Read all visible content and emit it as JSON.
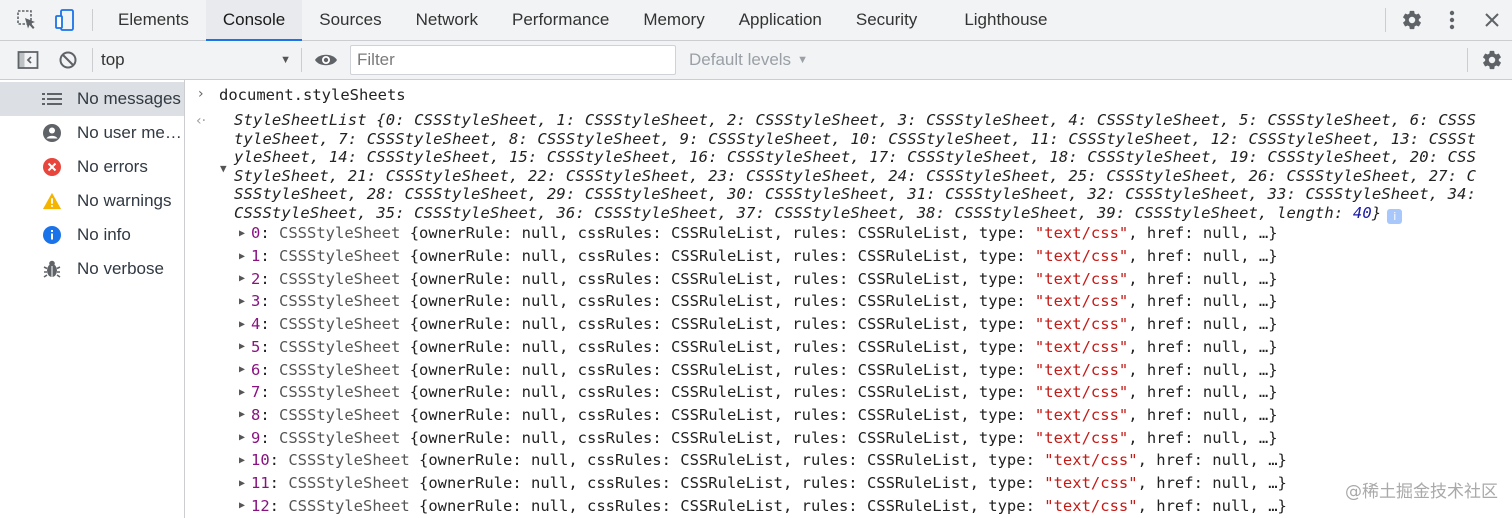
{
  "tabs": [
    {
      "label": "Elements",
      "active": false
    },
    {
      "label": "Console",
      "active": true
    },
    {
      "label": "Sources",
      "active": false
    },
    {
      "label": "Network",
      "active": false
    },
    {
      "label": "Performance",
      "active": false
    },
    {
      "label": "Memory",
      "active": false
    },
    {
      "label": "Application",
      "active": false
    },
    {
      "label": "Security",
      "active": false
    },
    {
      "label": "Lighthouse",
      "active": false
    }
  ],
  "toolbar": {
    "context": "top",
    "filter_placeholder": "Filter",
    "levels": "Default levels"
  },
  "sidebar": {
    "items": [
      {
        "label": "No messages",
        "icon": "list-icon",
        "selected": true
      },
      {
        "label": "No user me…",
        "icon": "user-icon",
        "selected": false
      },
      {
        "label": "No errors",
        "icon": "error-icon",
        "selected": false
      },
      {
        "label": "No warnings",
        "icon": "warning-icon",
        "selected": false
      },
      {
        "label": "No info",
        "icon": "info-icon",
        "selected": false
      },
      {
        "label": "No verbose",
        "icon": "bug-icon",
        "selected": false
      }
    ]
  },
  "console": {
    "input": "document.styleSheets",
    "summary_class": "StyleSheetList",
    "summary_entry_count": 40,
    "summary_entry_type": "CSSStyleSheet",
    "summary_length_key": "length",
    "summary_length_value": "40",
    "row_type": "CSSStyleSheet",
    "row_props": "{ownerRule: null, cssRules: CSSRuleList, rules: CSSRuleList, type: ",
    "row_type_value": "\"text/css\"",
    "row_tail": ", href: null, …}",
    "rows": [
      "0",
      "1",
      "2",
      "3",
      "4",
      "5",
      "6",
      "7",
      "8",
      "9",
      "10",
      "11",
      "12"
    ]
  },
  "watermark": "@稀土掘金技术社区",
  "colors": {
    "accent": "#1a73e8",
    "key": "#881280",
    "string": "#c41a16",
    "number": "#1a1aa6",
    "error": "#e8453c",
    "warning": "#f4b400",
    "info": "#1a73e8"
  }
}
